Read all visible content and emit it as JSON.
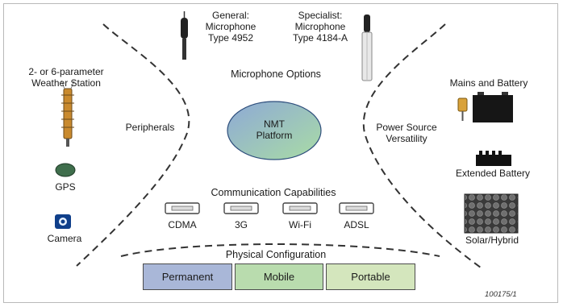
{
  "microphones": {
    "general": [
      "General:",
      "Microphone",
      "Type 4952"
    ],
    "specialist": [
      "Specialist:",
      "Microphone",
      "Type 4184-A"
    ]
  },
  "weather_station": [
    "2- or 6-parameter",
    "Weather Station"
  ],
  "mains": "Mains and Battery",
  "microphone_options": "Microphone Options",
  "peripherals": "Peripherals",
  "center": [
    "NMT",
    "Platform"
  ],
  "power": [
    "Power Source",
    "Versatility"
  ],
  "gps": "GPS",
  "camera": "Camera",
  "extended_battery": "Extended Battery",
  "solar": "Solar/Hybrid",
  "communication": {
    "title": "Communication Capabilities",
    "items": [
      "CDMA",
      "3G",
      "Wi-Fi",
      "ADSL"
    ]
  },
  "physical": {
    "title": "Physical Configuration",
    "options": [
      {
        "label": "Permanent",
        "color": "#a9b7d8"
      },
      {
        "label": "Mobile",
        "color": "#b9dcae"
      },
      {
        "label": "Portable",
        "color": "#d4e6bd"
      }
    ]
  },
  "figure_number": "100175/1"
}
